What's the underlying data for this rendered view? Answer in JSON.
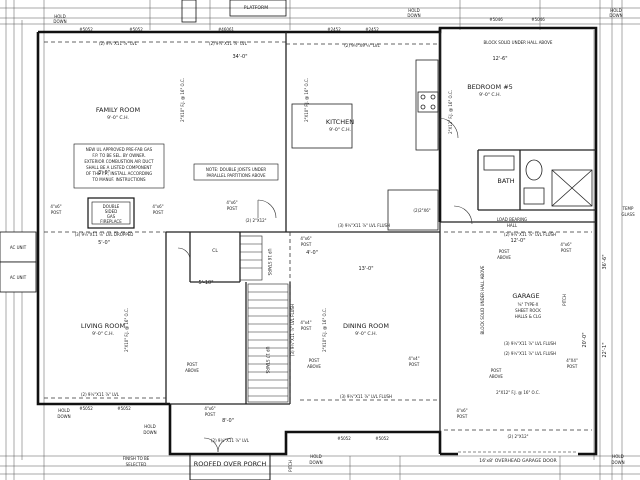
{
  "rooms": {
    "family": "FAMILY ROOM",
    "family_ceiling": "9'-0\" C.H.",
    "kitchen": "KITCHEN",
    "kitchen_ceiling": "9'-0\" C.H.",
    "bedroom": "BEDROOM #5",
    "bedroom_ceiling": "9'-0\" C.H.",
    "bath": "BATH",
    "living": "LIVING ROOM",
    "living_ceiling": "9'-0\" C.H.",
    "dining": "DINING ROOM",
    "dining_ceiling": "9'-0\" C.H.",
    "garage": "GARAGE",
    "cl": "CL",
    "stairs_up": "UP 16 STAIRS",
    "stairs_dn": "UP 17 STAIRS",
    "porch": "ROOFED OVER PORCH"
  },
  "top": {
    "platform": "PLATFORM",
    "hold_down_1": "HOLD",
    "hold_down_1b": "DOWN",
    "hold_down_2": "HOLD",
    "hold_down_2b": "DOWN",
    "hold_down_3": "HOLD",
    "hold_down_3b": "DOWN",
    "w1": "#5052",
    "w2": "#5052",
    "w3": "#46061",
    "w4": "#2452",
    "w5": "#2452",
    "w6": "#5046",
    "w7": "#5046",
    "beam1": "(2) 9½\"X11 ⅞\" LVL",
    "beam2": "(2) 9½\"X11 ⅞\" LVL",
    "beam3": "(2) 9½\"X9 ¼\" LVL",
    "dim_34": "34'-0\"",
    "block_solid": "BLOCK SOLID UNDER HALL ABOVE",
    "dim_12_6": "12'-6\""
  },
  "notes": {
    "fireplace_1": "NEW UL APPROVED PRE-FAB GAS",
    "fireplace_2": "F.P. TO BE SEL. BY OWNER.",
    "fireplace_3": "EXTERIOR COMBUSTION AIR DUCT",
    "fireplace_4": "SHALL BE A LISTED COMPONENT",
    "fireplace_5": "OF THE F.P.; INSTALL ACCORDING",
    "fireplace_6": "TO MANUF. INSTRUCTIONS",
    "joist_1": "NOTE: DOUBLE JOISTS UNDER",
    "joist_2": "PARALLEL PARTITIONS ABOVE",
    "fp_label_1": "DOUBLE",
    "fp_label_2": "SIDED",
    "fp_label_3": "GAS",
    "fp_label_4": "FIREPLACE",
    "load_bearing": "LOAD BEARING",
    "load_bearing_2": "HALL",
    "garage_1": "⅝\" TYPE-X",
    "garage_2": "SHEET ROCK",
    "garage_3": "HALLS & CLG",
    "block_solid_2": "BLOCK SOLID UNDER HALL ABOVE",
    "finish_1": "FINISH TO BE",
    "finish_2": "SELECTED"
  },
  "labels": {
    "post_4x6_a": "4\"x6\"",
    "post_a": "POST",
    "post_4x6_b": "4\"x6\"",
    "post_b": "POST",
    "post_4x6_c": "4\"x6\"",
    "post_c": "POST",
    "post_4x6_d": "4\"x6\"",
    "post_d": "POST",
    "post_4x4_e": "4\"x4\"",
    "post_e": "POST",
    "post_4x6_f": "4\"x6\"",
    "post_f": "POST",
    "post_above_1": "POST",
    "post_above_1b": "ABOVE",
    "post_above_2": "POST",
    "post_above_2b": "ABOVE",
    "post_above_3": "POST",
    "post_above_3b": "ABOVE",
    "post_above_4": "POST",
    "post_above_4b": "ABOVE",
    "post_4x4_g": "4\"x4\"",
    "post_g": "POST",
    "post_4x4_h": "4\"X4\"",
    "post_h": "POST",
    "post_4x6_i": "4\"x6\"",
    "post_i": "POST",
    "post_4x6_j": "4\"x6\"",
    "post_j": "POST",
    "ac1": "AC UNIT",
    "ac2": "AC UNIT",
    "temp_glass_1": "TEMP",
    "temp_glass_2": "GLASS",
    "beam_lvl_dropped": "(3) 9½\"X11 ⅞\" LVL DROPPED",
    "beam_flush_1": "(3) 9½\"X11 ⅞\" LVL FLUSH",
    "beam_flush_2": "(3) 9½\"X11 ⅞\" LVL FLUSH",
    "beam_flush_3": "(3) 9½\"X11 ⅞\" LVL FLUSH",
    "beam_flush_4": "(2) 9½\"X11 ⅞\" LVL FLUSH",
    "beam_flush_5": "(3) 9½\"X11 ⅞\" LVL FLUSH",
    "beam_flush_6": "(2) 9½\"X11 ⅞\" LVL FLUSH",
    "beam_bot_1": "(2) 9½\"X11 ⅞\" LVL",
    "beam_bot_2": "(2) 9½\"X11 ⅞\" LVL",
    "beam_2x12": "(2) 2\"X12\"",
    "joist_living": "2\"X10\" F.J. @ 16\" O.C.",
    "joist_family": "2\"X10\" F.J. @ 16\" O.C.",
    "joist_kitchen": "2\"X10\" F.J. @ 16\" O.C.",
    "joist_dining": "2\"X10\" F.J. @ 16\" O.C.",
    "joist_garage": "2\"X12\" F.J. @ 16\" O.C.",
    "joist_bed": "2\"X12\" F.J. @ 16\" O.C.",
    "dim_13": "13'-0\"",
    "dim_5_0": "5'-0\"",
    "dim_5_10": "5'-10\"",
    "dim_4_0": "4'-0\"",
    "dim_12_0": "12'-0\"",
    "dim_36": "36'-6\"",
    "dim_22": "22'-1\"",
    "dim_20": "20'-0\"",
    "dim_8_0": "8'-0\"",
    "dim_3_0": "3'-0\"",
    "w_bot_1": "#5052",
    "w_bot_2": "#5052",
    "w_bot_3": "#5052",
    "w_bot_4": "#5052",
    "hold_bl_1": "HOLD",
    "hold_bl_2": "DOWN",
    "hold_bc_1": "HOLD",
    "hold_bc_2": "DOWN",
    "hold_br_1": "HOLD",
    "hold_br_2": "DOWN",
    "hold_br2_1": "HOLD",
    "hold_br2_2": "DOWN",
    "garage_door": "16'x8' OVERHEAD GARAGE DOOR",
    "pitch_1": "PITCH",
    "pitch_2": "PITCH",
    "hdr_2x12": "(2) 2\"X12\"",
    "hdr_2x6": "(2)2\"X6\""
  }
}
